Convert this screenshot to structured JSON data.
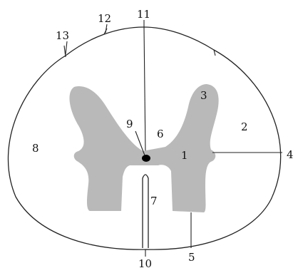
{
  "labels": {
    "l1": "1",
    "l2": "2",
    "l3": "3",
    "l4": "4",
    "l5": "5",
    "l6": "6",
    "l7": "7",
    "l8": "8",
    "l9": "9",
    "l10": "10",
    "l11": "11",
    "l12": "12",
    "l13": "13"
  },
  "colors": {
    "grey_matter": "#b9b9b9",
    "outline": "#222222",
    "central_canal": "#000000"
  }
}
